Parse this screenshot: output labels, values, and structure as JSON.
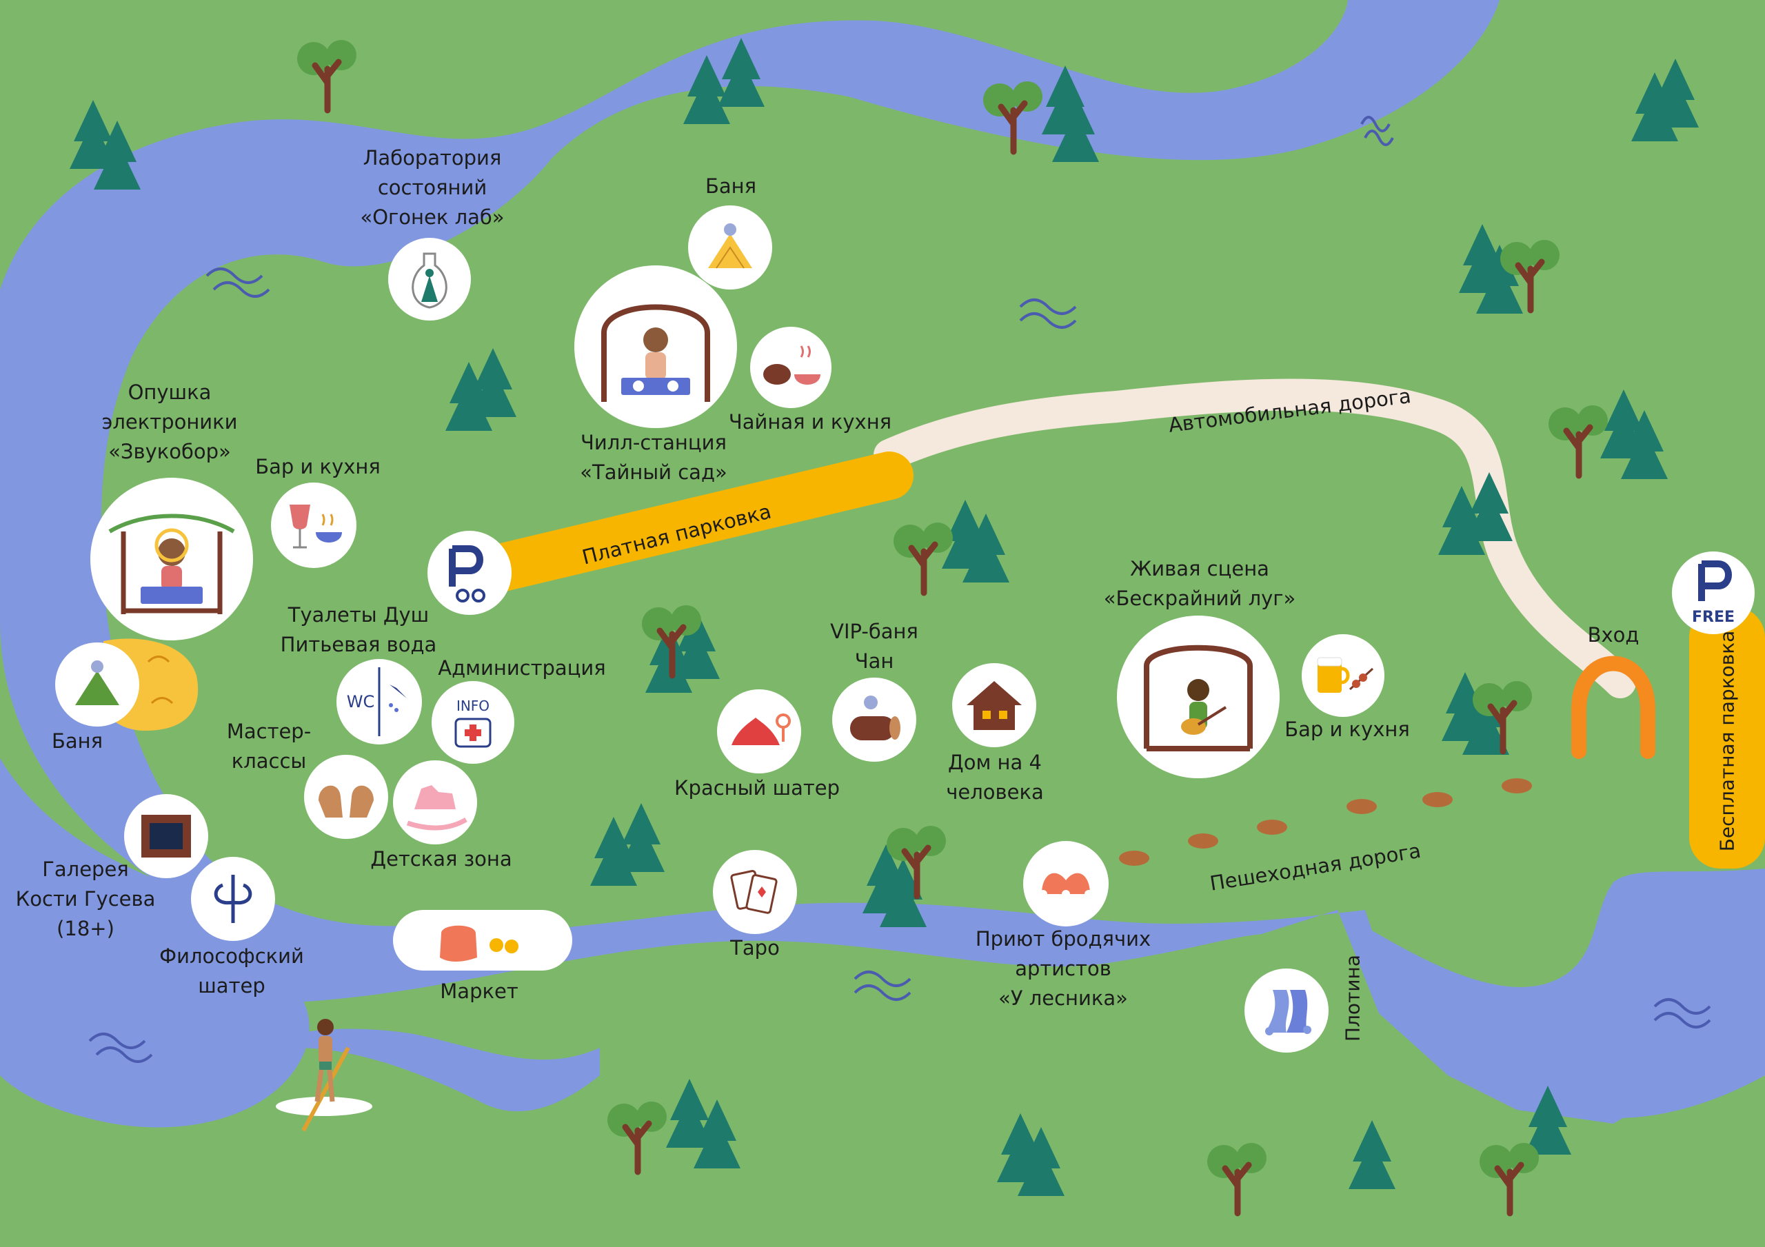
{
  "map": {
    "colors": {
      "grass": "#7db86a",
      "water": "#8197e0",
      "paid_parking": "#f7b500",
      "car_road": "#f5e8dc",
      "entrance": "#f58a1f",
      "tree_dark": "#1e7a6a",
      "trunk": "#7a3a2a"
    },
    "roads": {
      "car_road": "Автомобильная дорога",
      "paid_parking": "Платная парковка",
      "free_parking": "Бесплатная парковка",
      "foot_road": "Пешеходная дорога",
      "entrance": "Вход",
      "dam": "Плотина",
      "free_sign": "FREE",
      "parking_letter": "P"
    },
    "places": {
      "lab": [
        "Лаборатория",
        "состояний",
        "«Огонек лаб»"
      ],
      "banya_top": [
        "Баня"
      ],
      "chill": [
        "Чилл-станция",
        "«Тайный сад»"
      ],
      "tea": [
        "Чайная и кухня"
      ],
      "opushka": [
        "Опушка",
        "электроники",
        "«Звукобор»"
      ],
      "bar_left": [
        "Бар и кухня"
      ],
      "toilets": [
        "Туалеты Душ",
        "Питьевая вода"
      ],
      "admin": [
        "Администрация"
      ],
      "banya_left": [
        "Баня"
      ],
      "master": [
        "Мастер-",
        "классы"
      ],
      "kids": [
        "Детская зона"
      ],
      "gallery": [
        "Галерея",
        "Кости Гусева",
        "(18+)"
      ],
      "philo": [
        "Философский",
        "шатер"
      ],
      "market": [
        "Маркет"
      ],
      "vip": [
        "VIP-баня",
        "Чан"
      ],
      "red_tent": [
        "Красный шатер"
      ],
      "house": [
        "Дом на 4",
        "человека"
      ],
      "tarot": [
        "Таро"
      ],
      "live_stage": [
        "Живая сцена",
        "«Бескрайний луг»"
      ],
      "bar_right": [
        "Бар и кухня"
      ],
      "artists": [
        "Приют бродячих",
        "артистов",
        "«У лесника»"
      ]
    },
    "icons": {
      "wc_text": "WC",
      "info_text": "INFO"
    }
  }
}
